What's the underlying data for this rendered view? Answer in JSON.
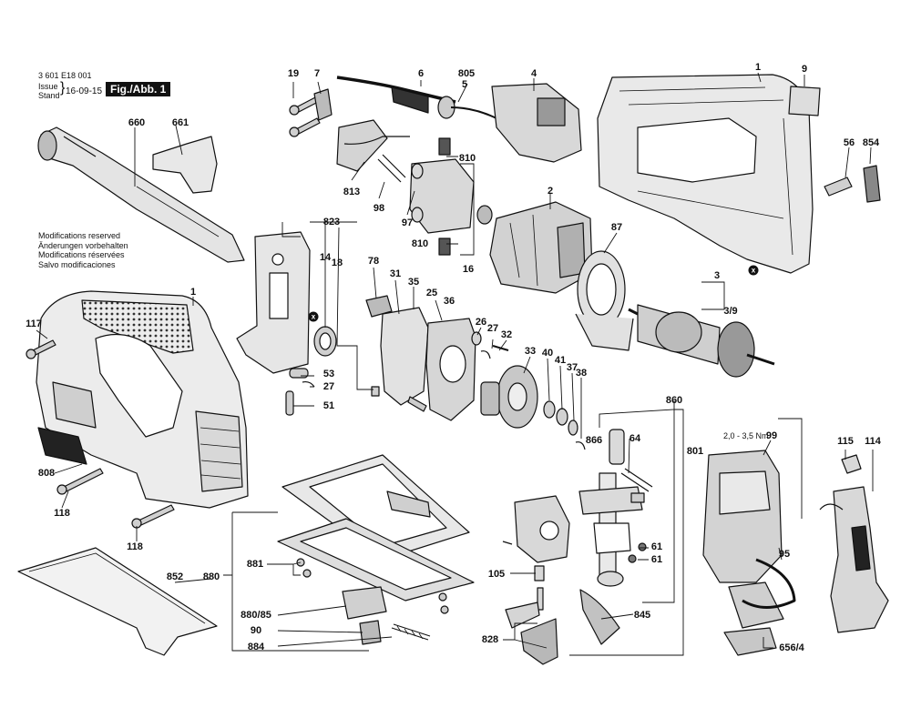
{
  "header": {
    "doc_number": "3 601 E18 001",
    "issue_label": "Issue",
    "stand_label": "Stand",
    "issue_date": "16-09-15",
    "figure_label": "Fig./Abb. 1"
  },
  "notice": {
    "lines": [
      "Modifications reserved",
      "Änderungen vorbehalten",
      "Modifications réservées",
      "Salvo modificaciones"
    ]
  },
  "marker_symbol": "x",
  "torque_spec": "2,0 - 3,5 Nm",
  "callouts": {
    "c19": "19",
    "c7": "7",
    "c6": "6",
    "c805": "805",
    "c5": "5",
    "c4": "4",
    "c1_top": "1",
    "c9": "9",
    "c660": "660",
    "c661": "661",
    "c810a": "810",
    "c813": "813",
    "c98": "98",
    "c97": "97",
    "c810b": "810",
    "c16": "16",
    "c2": "2",
    "c56": "56",
    "c854": "854",
    "c823": "823",
    "c14": "14",
    "c18": "18",
    "c87": "87",
    "c3": "3",
    "c3_9": "3/9",
    "c1_left": "1",
    "c117": "117",
    "c78": "78",
    "c31": "31",
    "c35": "35",
    "c25": "25",
    "c36": "36",
    "c26": "26",
    "c27a": "27",
    "c32": "32",
    "c33": "33",
    "c40": "40",
    "c41": "41",
    "c37": "37",
    "c38": "38",
    "c53": "53",
    "c27b": "27",
    "c51": "51",
    "c860": "860",
    "c866": "866",
    "c64": "64",
    "c801": "801",
    "c99": "99",
    "c115": "115",
    "c114": "114",
    "c808": "808",
    "c118a": "118",
    "c118b": "118",
    "c881": "881",
    "c880": "880",
    "c852": "852",
    "c61a": "61",
    "c61b": "61",
    "c95": "95",
    "c105": "105",
    "c880_85": "880/85",
    "c845": "845",
    "c90": "90",
    "c828": "828",
    "c884": "884",
    "c656_4": "656/4"
  }
}
